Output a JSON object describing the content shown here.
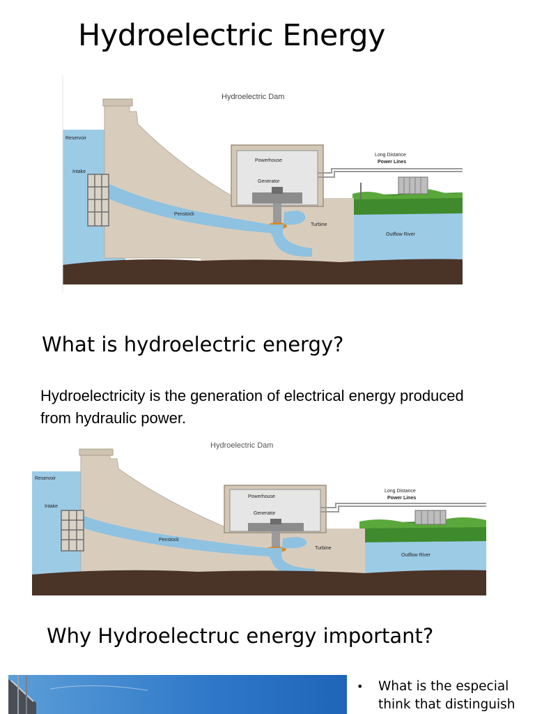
{
  "slide": {
    "title": "Hydroelectric Energy",
    "question1": "What is hydroelectric energy?",
    "answer1": "Hydroelectricity is the generation of electrical energy produced from hydraulic power.",
    "question2": "Why Hydroelectruc energy important?",
    "bullet1": "What is the especial think that distinguish",
    "bullet_symbol": "•"
  },
  "diagram": {
    "title": "Hydroelectric Dam",
    "labels": {
      "reservoir": "Reservoir",
      "intake": "Intake",
      "penstock": "Penstock",
      "powerhouse": "Powerhouse",
      "generator": "Generator",
      "turbine": "Turbine",
      "power_lines_1": "Long Distance",
      "power_lines_2": "Power Lines",
      "outflow_river": "Outflow River"
    }
  },
  "colors": {
    "water": "#9ccbe6",
    "dam": "#d8cdbd",
    "ground": "#4a3327",
    "grass": "#3f8a2c"
  }
}
